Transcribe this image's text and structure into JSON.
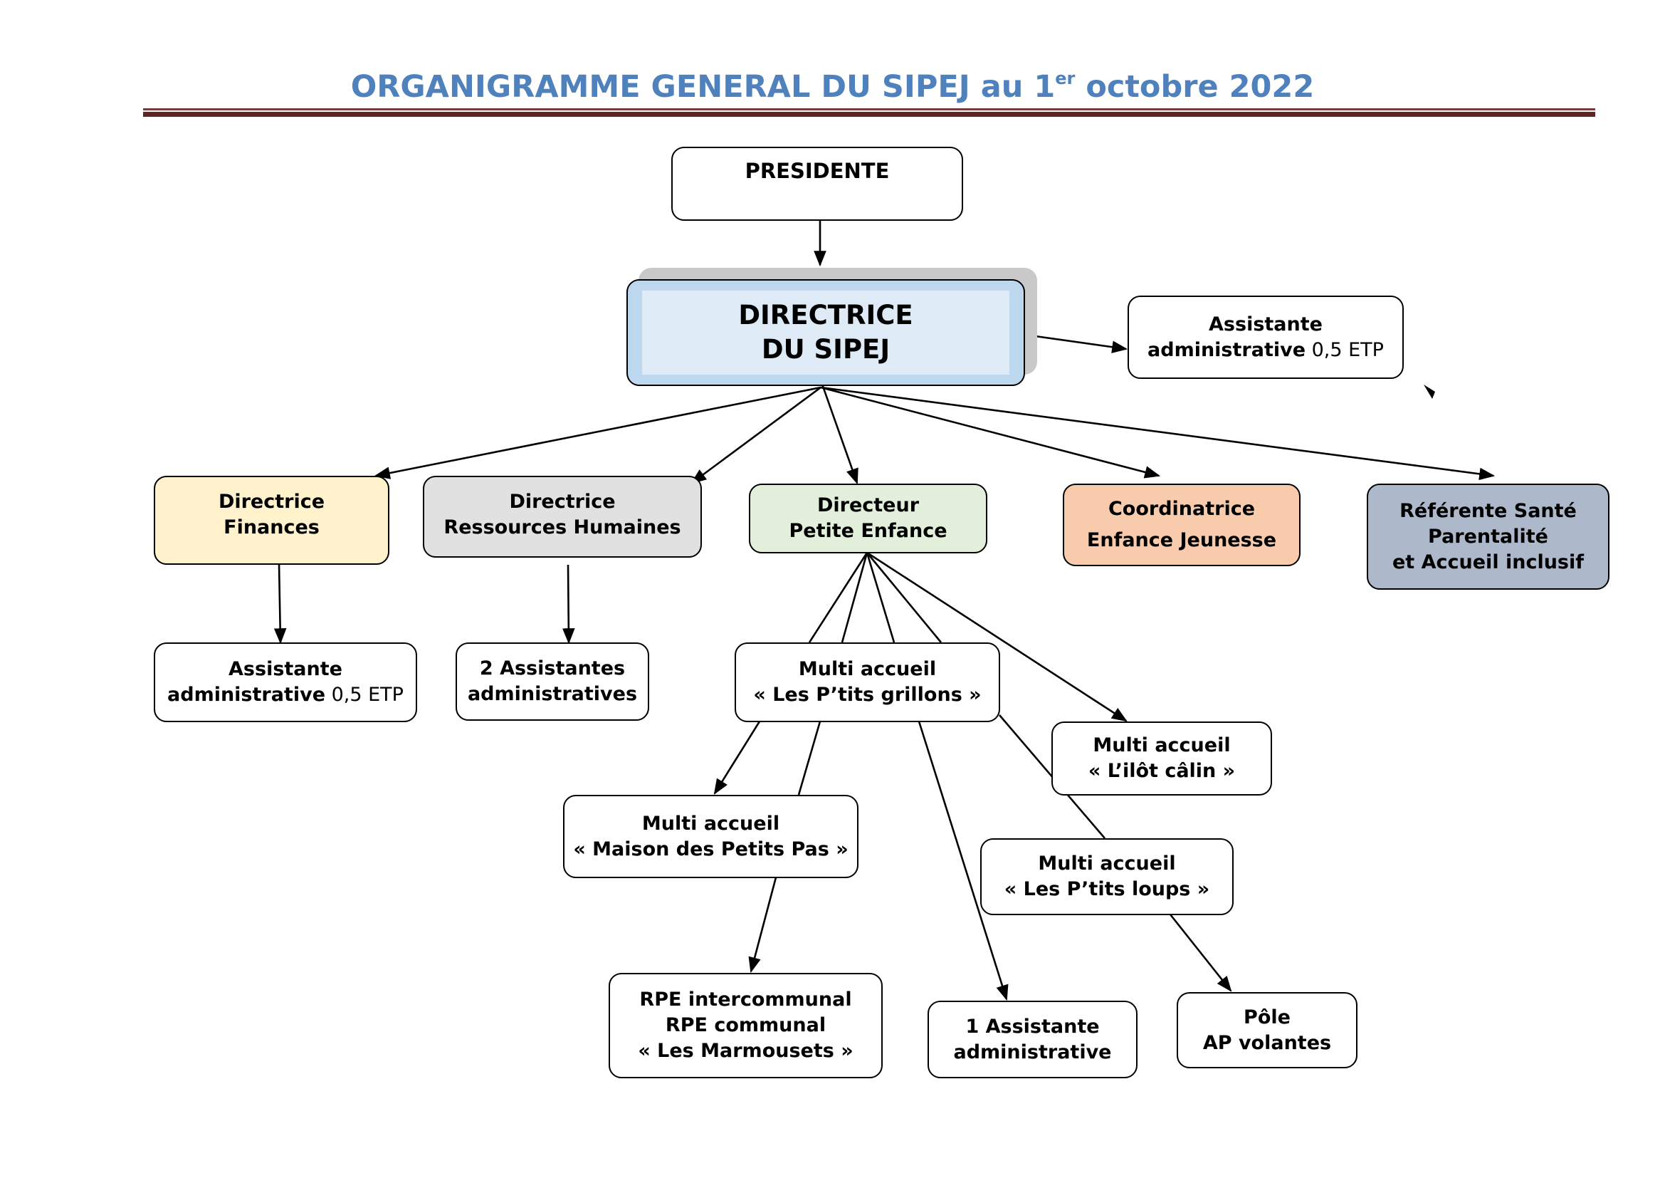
{
  "header": {
    "title_main": "ORGANIGRAMME GENERAL DU SIPEJ au 1",
    "title_sup": "er",
    "title_end": " octobre 2022"
  },
  "colors": {
    "title": "#4f81bd",
    "rule": "#622423",
    "directrice": "#bdd7ee",
    "finances": "#fff2cc",
    "rh": "#e1e1e1",
    "petite_enfance": "#e2efda",
    "coordinatrice": "#f8cbad",
    "referente": "#adb9ca"
  },
  "nodes": {
    "presidente": {
      "lines": [
        "PRESIDENTE"
      ]
    },
    "directrice": {
      "lines": [
        "DIRECTRICE",
        "DU SIPEJ"
      ]
    },
    "assistante_direction": {
      "line1": "Assistante",
      "line2_bold": "administrative",
      "line2_light": " 0,5 ETP"
    },
    "finances": {
      "lines": [
        "Directrice",
        "Finances"
      ]
    },
    "rh": {
      "lines": [
        "Directrice",
        "Ressources Humaines"
      ]
    },
    "petite_enfance": {
      "lines": [
        "Directeur",
        "Petite Enfance"
      ]
    },
    "coordinatrice": {
      "lines": [
        "Coordinatrice",
        "Enfance Jeunesse"
      ]
    },
    "referente": {
      "lines": [
        "Référente Santé",
        "Parentalité",
        "et Accueil inclusif"
      ]
    },
    "assistante_finances": {
      "line1": "Assistante",
      "line2_bold": "administrative",
      "line2_light": " 0,5 ETP"
    },
    "assistantes_rh": {
      "lines": [
        "2 Assistantes",
        "administratives"
      ]
    },
    "grillons": {
      "lines": [
        "Multi accueil",
        "« Les P’tits grillons »"
      ]
    },
    "ilot": {
      "lines": [
        "Multi accueil",
        "« L’ilôt câlin »"
      ]
    },
    "maison": {
      "lines": [
        "Multi accueil",
        "« Maison des Petits Pas »"
      ]
    },
    "loups": {
      "lines": [
        "Multi accueil",
        "« Les P’tits loups »"
      ]
    },
    "rpe": {
      "lines": [
        "RPE intercommunal",
        "RPE communal",
        "« Les Marmousets »"
      ]
    },
    "assistante_pe": {
      "lines": [
        "1 Assistante",
        "administrative"
      ]
    },
    "pole": {
      "lines": [
        "Pôle",
        "AP volantes"
      ]
    }
  }
}
